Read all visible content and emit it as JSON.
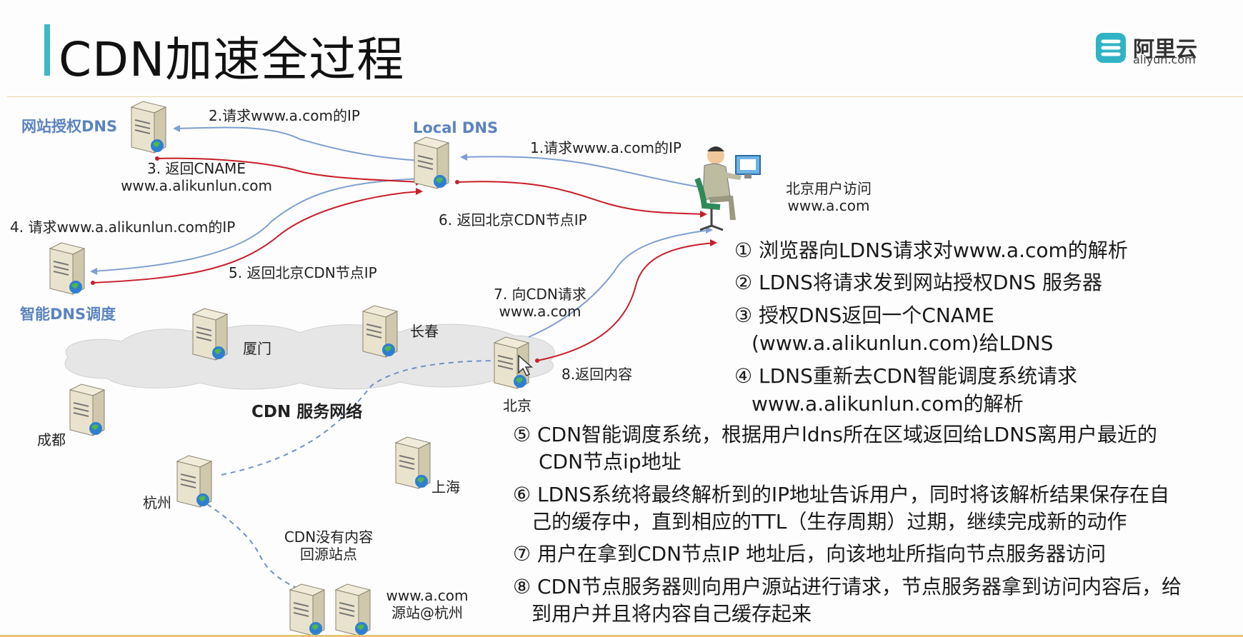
{
  "title": "CDN加速全过程",
  "logo": {
    "name": "阿里云",
    "domain": "aliyun.com"
  },
  "nodes": {
    "auth_dns": "网站授权DNS",
    "local_dns": "Local DNS",
    "smart_dns": "智能DNS调度",
    "user": "北京用户访问\nwww.a.com",
    "xiamen": "厦门",
    "changchun": "长春",
    "beijing": "北京",
    "chengdu": "成都",
    "hangzhou": "杭州",
    "shanghai": "上海",
    "origin": "www.a.com\n源站@杭州",
    "cdn_network": "CDN 服务网络"
  },
  "arrows": {
    "a1": "1.请求www.a.com的IP",
    "a2": "2.请求www.a.com的IP",
    "a3": "3. 返回CNAME\nwww.a.alikunlun.com",
    "a4": "4. 请求www.a.alikunlun.com的IP",
    "a5": "5. 返回北京CDN节点IP",
    "a6": "6. 返回北京CDN节点IP",
    "a7": "7. 向CDN请求\nwww.a.com",
    "a8": "8.返回内容",
    "miss": "CDN没有内容\n回源站点"
  },
  "steps": [
    "① 浏览器向LDNS请求对www.a.com的解析",
    "② LDNS将请求发到网站授权DNS 服务器",
    "③ 授权DNS返回一个CNAME",
    "(www.a.alikunlun.com)给LDNS",
    "④ LDNS重新去CDN智能调度系统请求",
    "www.a.alikunlun.com的解析",
    "⑤ CDN智能调度系统，根据用户ldns所在区域返回给LDNS离用户最近的",
    "CDN节点ip地址",
    "⑥ LDNS系统将最终解析到的IP地址告诉用户，同时将该解析结果保存在自",
    "己的缓存中，直到相应的TTL（生存周期）过期，继续完成新的动作",
    "⑦ 用户在拿到CDN节点IP 地址后，向该地址所指向节点服务器访问",
    "⑧ CDN节点服务器则向用户源站进行请求，节点服务器拿到访问内容后，给",
    "到用户并且将内容自己缓存起来"
  ],
  "colors": {
    "accent": "#3fb8c8",
    "request_line": "#7f9fcf",
    "response_line": "#c81e2c",
    "label_blue": "#5b83c0"
  }
}
